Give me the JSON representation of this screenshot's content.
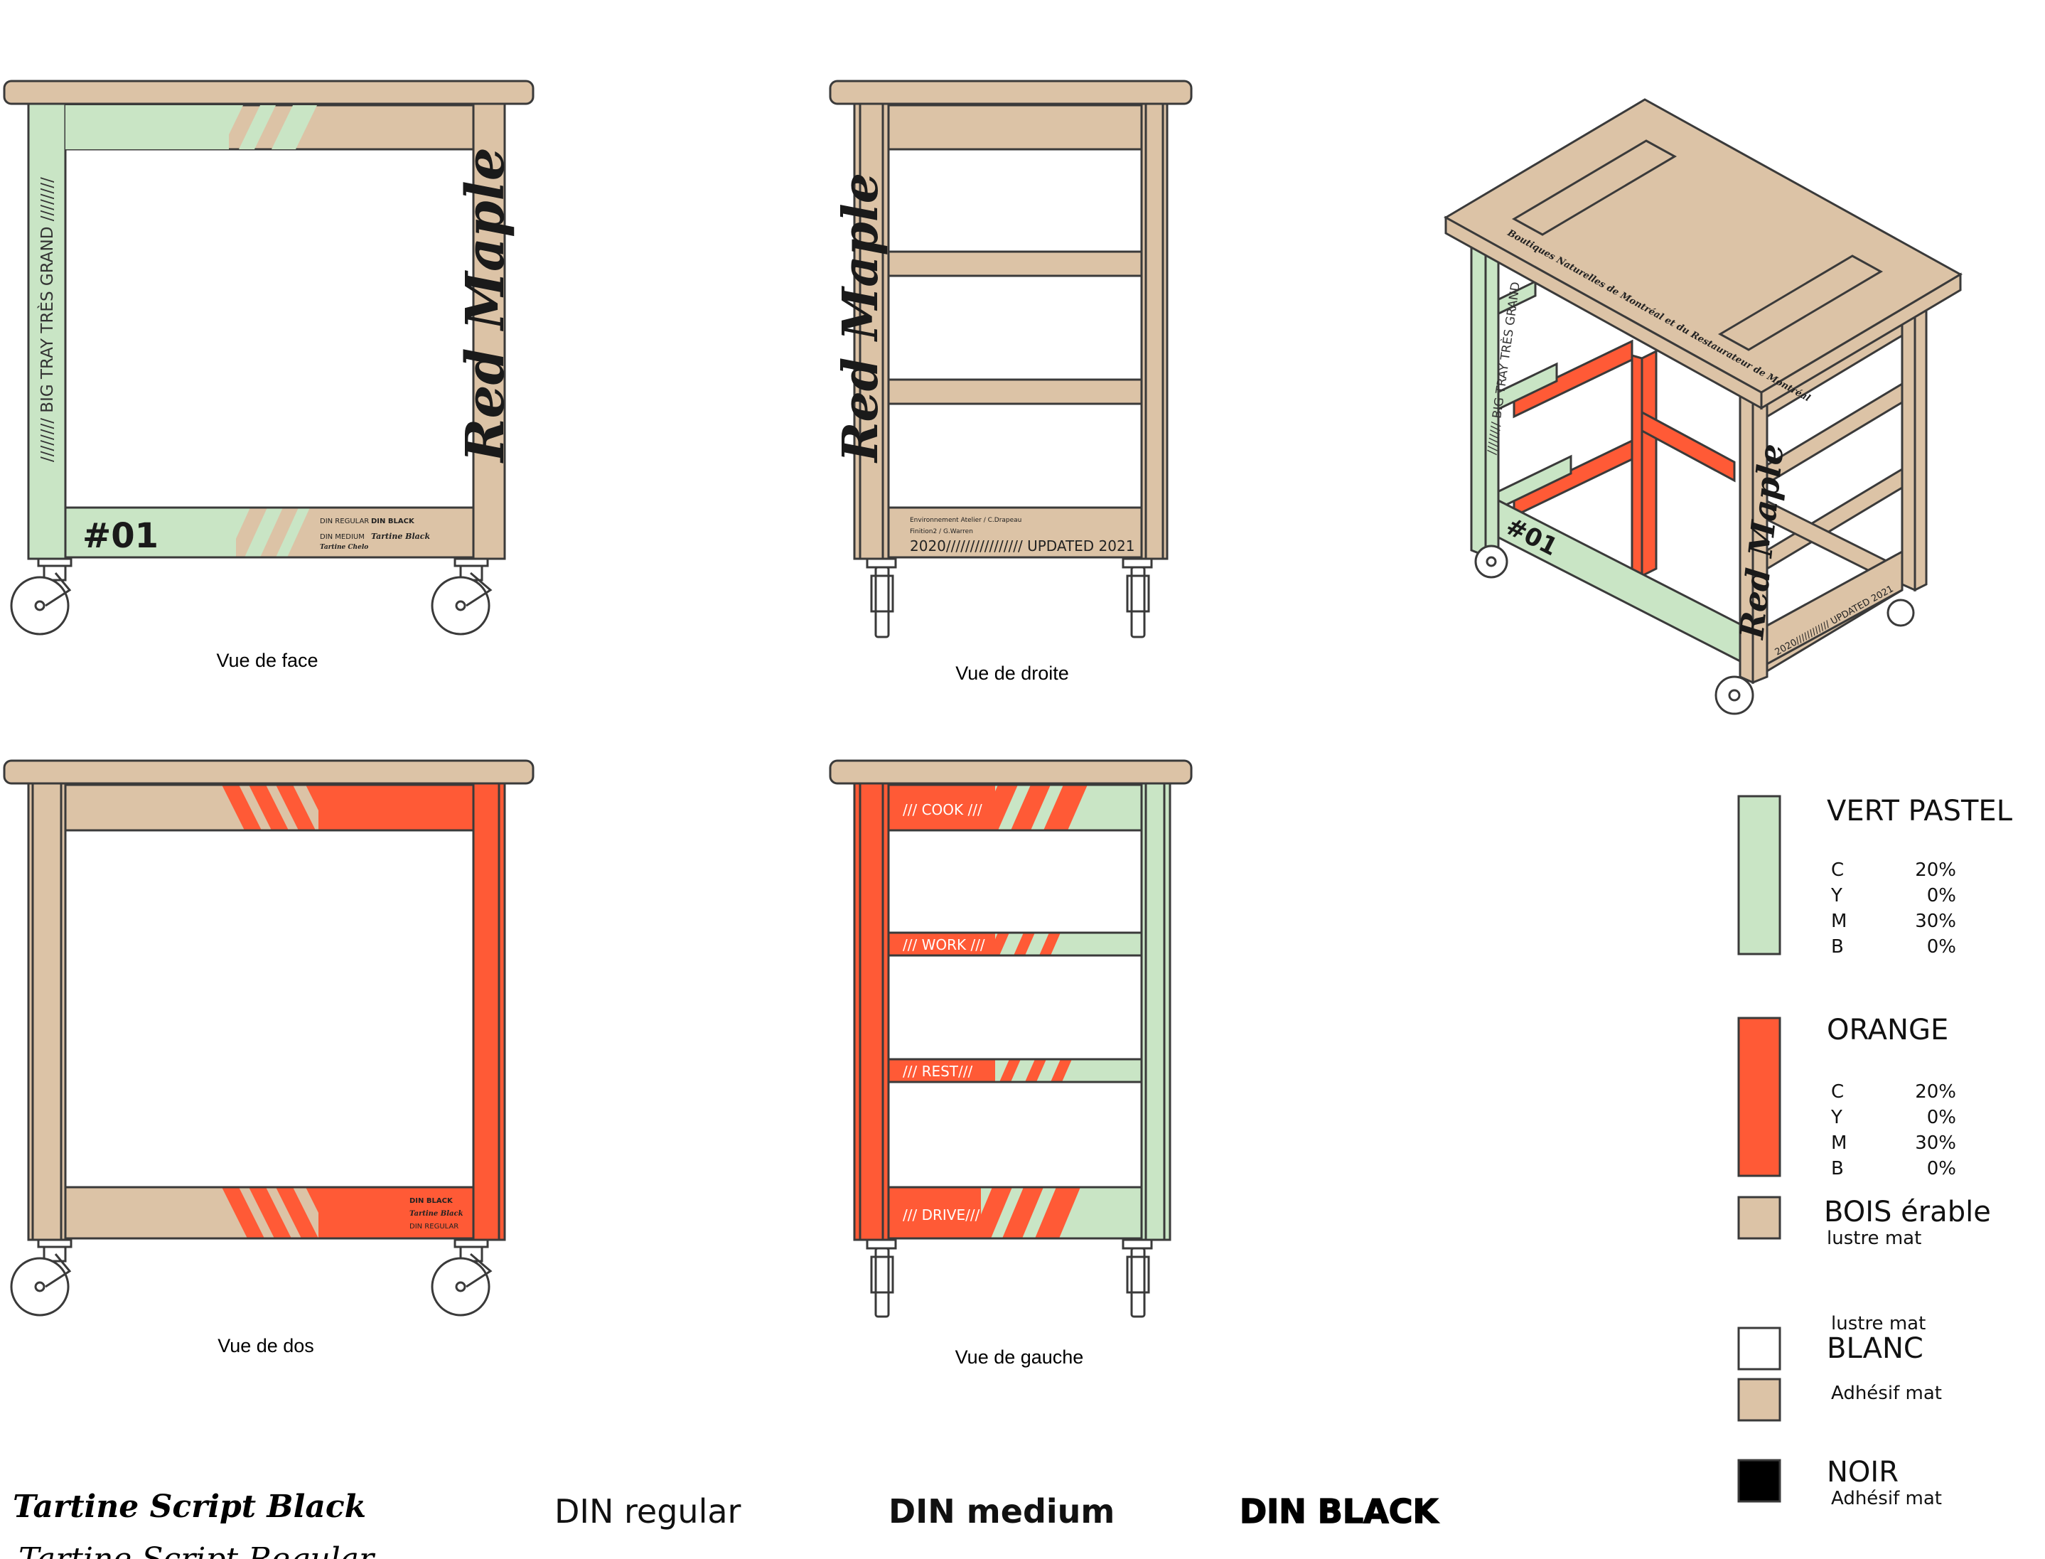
{
  "captions": {
    "front": "Vue de face",
    "right": "Vue de droite",
    "back": "Vue de dos",
    "left": "Vue de gauche"
  },
  "front_view": {
    "side_text": "//////// BIG TRAY TRÈS GRAND ////////",
    "brand_script": "Red Maple",
    "number": "#01",
    "font_labels": [
      "DIN REGULAR",
      "DIN BLACK",
      "DIN MEDIUM",
      "Tartine Black",
      "Tartine Chelo"
    ]
  },
  "right_view": {
    "brand_script": "Red Maple",
    "credits_1": "Environnement Atelier / C.Drapeau",
    "credits_2": "Finition2 / G.Warren",
    "years": "2020//////////////// UPDATED 2021"
  },
  "back_view": {
    "font_labels": [
      "DIN BLACK",
      "Tartine Black",
      "DIN REGULAR"
    ]
  },
  "left_view": {
    "shelf_labels": [
      "/// COOK ///",
      "/// WORK ///",
      "/// REST///",
      "/// DRIVE///"
    ]
  },
  "iso_view": {
    "side_text": "//////// BIG TRAY TRÈS GRAND",
    "number": "#01",
    "brand_script": "Red Maple",
    "top_script": "Boutiques Naturelles de Montréal et du Restaurateur de Montréal",
    "years": "2020//////////// UPDATED 2021"
  },
  "legend": {
    "items": [
      {
        "swatch": "#c9e5c5",
        "title": "VERT PASTEL",
        "cmyk": [
          [
            "C",
            "20%"
          ],
          [
            "Y",
            "0%"
          ],
          [
            "M",
            "30%"
          ],
          [
            "B",
            "0%"
          ]
        ]
      },
      {
        "swatch": "#ff5a36",
        "title": "ORANGE",
        "cmyk": [
          [
            "C",
            "20%"
          ],
          [
            "Y",
            "0%"
          ],
          [
            "M",
            "30%"
          ],
          [
            "B",
            "0%"
          ]
        ]
      },
      {
        "swatch": "#dcc3a6",
        "title": "BOIS érable",
        "sub": "lustre mat"
      },
      {
        "swatch": "#ffffff",
        "title": "BLANC",
        "above": "lustre mat"
      },
      {
        "swatch": "#dcc3a6",
        "title": "",
        "sub": "Adhésif mat"
      },
      {
        "swatch": "#000000",
        "title": "NOIR",
        "sub": "Adhésif mat"
      }
    ]
  },
  "fonts_row": {
    "tartine_black": "Tartine Script Black",
    "tartine_regular": "Tartine Script Regular",
    "din_regular": "DIN regular",
    "din_medium": "DIN medium",
    "din_black": "DIN BLACK"
  },
  "colors": {
    "wood": "#dcc3a6",
    "green": "#c9e5c5",
    "orange": "#ff5a36",
    "outline": "#3a3a3a",
    "white": "#ffffff",
    "black": "#000000"
  }
}
